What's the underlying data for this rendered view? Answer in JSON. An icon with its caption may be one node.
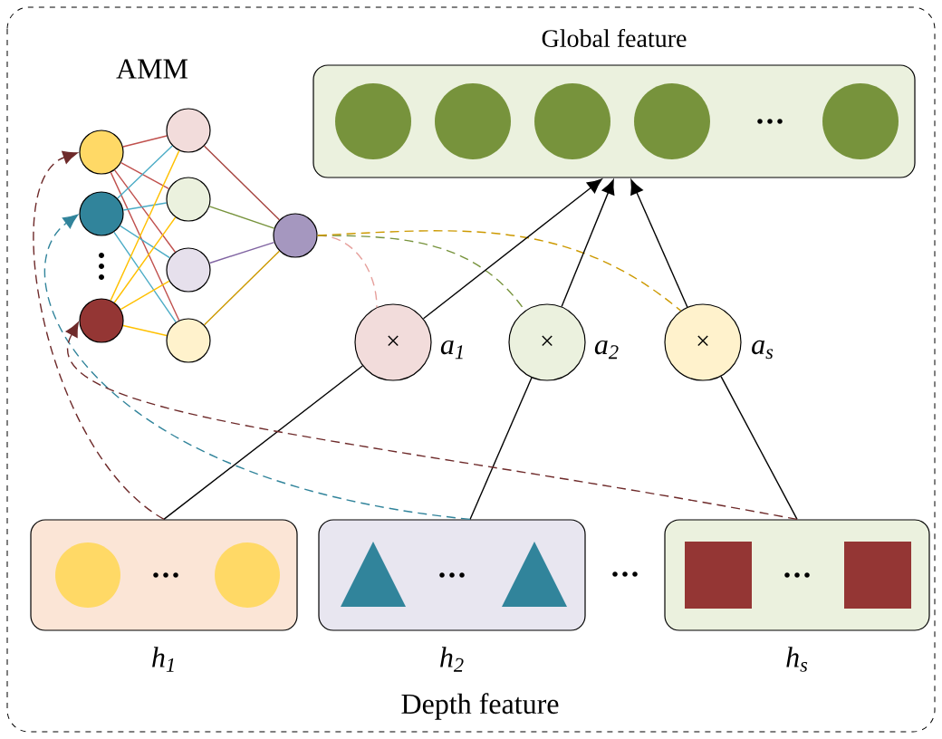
{
  "diagram": {
    "nodes": [
      {
        "text": [
          "Global feature"
        ]
      },
      {
        "text": [],
        "shape": "circle"
      },
      {
        "text": [],
        "shape": "circle"
      },
      {
        "text": [],
        "shape": "circle"
      },
      {
        "text": [],
        "shape": "circle"
      },
      {
        "text": [],
        "shape": "circle"
      },
      {
        "text": [],
        "shape": "circle"
      },
      {
        "text": [],
        "shape": "circle"
      },
      {
        "text": [],
        "shape": "circle"
      },
      {
        "text": [
          "×"
        ],
        "beside": [
          "a$_{1}$"
        ]
      },
      {
        "text": [
          "×"
        ],
        "beside": [
          "a$_{2}$"
        ]
      },
      {
        "text": [
          "×"
        ],
        "beside": [
          "a$_{s}$"
        ]
      },
      {
        "text": [],
        "shape": "box",
        "beside": [
          "h$_{1}$"
        ]
      },
      {
        "text": [],
        "shape": "box",
        "beside": [
          "h$_{2}$"
        ]
      },
      {
        "text": [],
        "shape": "box",
        "beside": [
          "h$_{s}$"
        ]
      }
    ],
    "edges": [
      {
        "from": 1,
        "to": 4,
        "arrow": "none",
        "color": "#c0504d"
      },
      {
        "from": 1,
        "to": 5,
        "arrow": "none",
        "color": "#c0504d"
      },
      {
        "from": 1,
        "to": 6,
        "arrow": "none",
        "color": "#c0504d"
      },
      {
        "from": 1,
        "to": 7,
        "arrow": "none",
        "color": "#c0504d"
      },
      {
        "from": 2,
        "to": 4,
        "arrow": "none",
        "color": "#4bacc6"
      },
      {
        "from": 2,
        "to": 5,
        "arrow": "none",
        "color": "#4bacc6"
      },
      {
        "from": 2,
        "to": 6,
        "arrow": "none",
        "color": "#4bacc6"
      },
      {
        "from": 2,
        "to": 7,
        "arrow": "none",
        "color": "#4bacc6"
      },
      {
        "from": 3,
        "to": 4,
        "arrow": "none",
        "color": "#ffc000"
      },
      {
        "from": 3,
        "to": 5,
        "arrow": "none",
        "color": "#ffc000"
      },
      {
        "from": 3,
        "to": 6,
        "arrow": "none",
        "color": "#ffc000"
      },
      {
        "from": 3,
        "to": 7,
        "arrow": "none",
        "color": "#ffc000"
      },
      {
        "from": 4,
        "to": 8,
        "arrow": "none",
        "color": "#a5443f"
      },
      {
        "from": 5,
        "to": 8,
        "arrow": "none",
        "color": "#77933c"
      },
      {
        "from": 6,
        "to": 8,
        "arrow": "none",
        "color": "#8064a2"
      },
      {
        "from": 7,
        "to": 8,
        "arrow": "none",
        "color": "#cc9900"
      },
      {
        "from": 8,
        "to": 9,
        "arrow": "none",
        "style": "dashed",
        "color": "#e6a09c"
      },
      {
        "from": 8,
        "to": 10,
        "arrow": "none",
        "style": "dashed",
        "color": "#77933c"
      },
      {
        "from": 8,
        "to": 11,
        "arrow": "none",
        "style": "dashed",
        "color": "#cc9900"
      },
      {
        "from": 9,
        "to": 0,
        "arrow": "to"
      },
      {
        "from": 10,
        "to": 0,
        "arrow": "to"
      },
      {
        "from": 11,
        "to": 0,
        "arrow": "to"
      },
      {
        "from": 12,
        "to": 9,
        "arrow": "none"
      },
      {
        "from": 13,
        "to": 10,
        "arrow": "none"
      },
      {
        "from": 14,
        "to": 11,
        "arrow": "none"
      },
      {
        "from": 12,
        "to": 1,
        "arrow": "to",
        "style": "dashed",
        "color": "#6e2a2a"
      },
      {
        "from": 13,
        "to": 2,
        "arrow": "to",
        "style": "dashed",
        "color": "#31849b"
      },
      {
        "from": 14,
        "to": 3,
        "arrow": "to",
        "style": "dashed",
        "color": "#6e2a2a"
      }
    ],
    "labels": [
      "AMM",
      "Depth feature"
    ]
  }
}
